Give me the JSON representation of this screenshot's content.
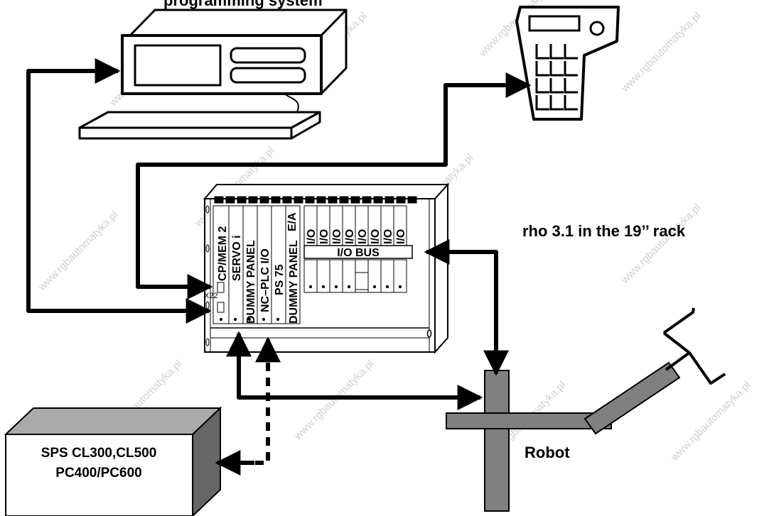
{
  "top_title_partial": "programming system",
  "rack_caption": "rho 3.1 in the 19’’ rack",
  "plc_box": {
    "line1": "SPS CL300,CL500",
    "line2": "PC400/PC600"
  },
  "robot_label": "Robot",
  "io_bus_label": "I/O BUS",
  "connector_label": "X22",
  "rack_modules": [
    "CP/MEM 2",
    "SERVO i",
    "DUMMY PANEL",
    "NC–PLC I/O",
    "PS 75",
    "DUMMY PANEL"
  ],
  "small_module_label": "E/A",
  "io_modules": [
    "I/O",
    "I/O",
    "I/O",
    "I/O",
    "I/O",
    "I/O",
    "I/O",
    "I/O"
  ],
  "watermark_text": "www.rgbautomatyka.pl",
  "colors": {
    "line": "#000000",
    "robot": "#808080",
    "plc_top": "#aaaaaa",
    "plc_side": "#666666",
    "background": "#ffffff"
  }
}
